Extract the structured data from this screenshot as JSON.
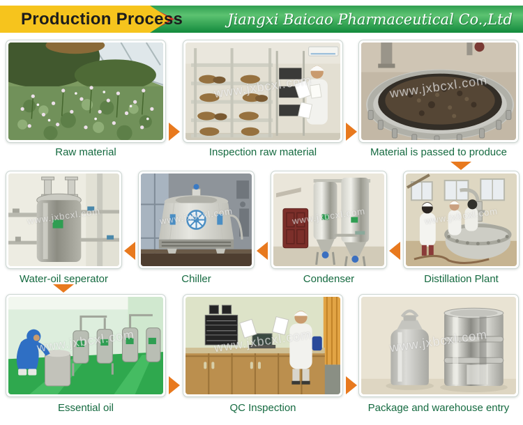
{
  "header": {
    "title": "Production Process",
    "company": "Jiangxi Baicao Pharmaceutical Co.,Ltd"
  },
  "watermark": "www.jxbcxl.com",
  "colors": {
    "banner_yellow": "#F6C41D",
    "banner_green_top": "#2F9E50",
    "banner_green_mid": "#5CC271",
    "banner_green_bottom": "#128A3C",
    "chevron_red": "#E02828",
    "arrow_orange": "#E8791E",
    "label_green": "#156A40"
  },
  "rows": [
    {
      "flow": "right",
      "steps": [
        {
          "label": "Raw material"
        },
        {
          "label": "Inspection raw material"
        },
        {
          "label": "Material is passed to produce"
        }
      ]
    },
    {
      "flow": "left",
      "steps": [
        {
          "label": "Water-oil seperator"
        },
        {
          "label": "Chiller"
        },
        {
          "label": "Condenser"
        },
        {
          "label": "Distillation Plant"
        }
      ]
    },
    {
      "flow": "right",
      "steps": [
        {
          "label": "Essential oil"
        },
        {
          "label": "QC Inspection"
        },
        {
          "label": "Package and warehouse entry"
        }
      ]
    }
  ]
}
